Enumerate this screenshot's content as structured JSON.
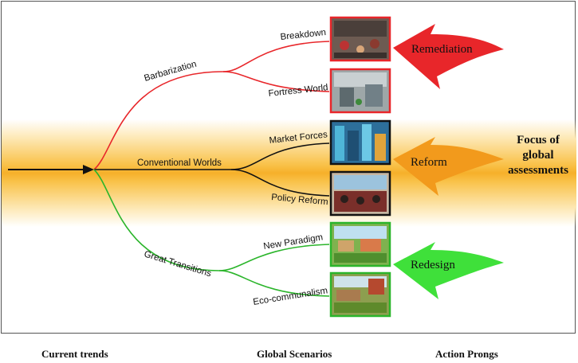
{
  "branches": [
    {
      "label": "Barbarization",
      "color": "#e8262a",
      "scenarios": [
        "Breakdown",
        "Fortress World"
      ]
    },
    {
      "label": "Conventional Worlds",
      "color": "#111111",
      "scenarios": [
        "Market Forces",
        "Policy Reform"
      ]
    },
    {
      "label": "Great Transitions",
      "color": "#2bb52b",
      "scenarios": [
        "New Paradigm",
        "Eco-communalism"
      ]
    }
  ],
  "action_prongs": [
    {
      "label": "Remediation",
      "color": "#e8262a"
    },
    {
      "label": "Reform",
      "color": "#f29a1c"
    },
    {
      "label": "Redesign",
      "color": "#3fe03a"
    }
  ],
  "focus": [
    "Focus of",
    "global",
    "assessments"
  ],
  "footer": {
    "current_trends": "Current trends",
    "global_scenarios": "Global Scenarios",
    "action_prongs": "Action Prongs"
  }
}
